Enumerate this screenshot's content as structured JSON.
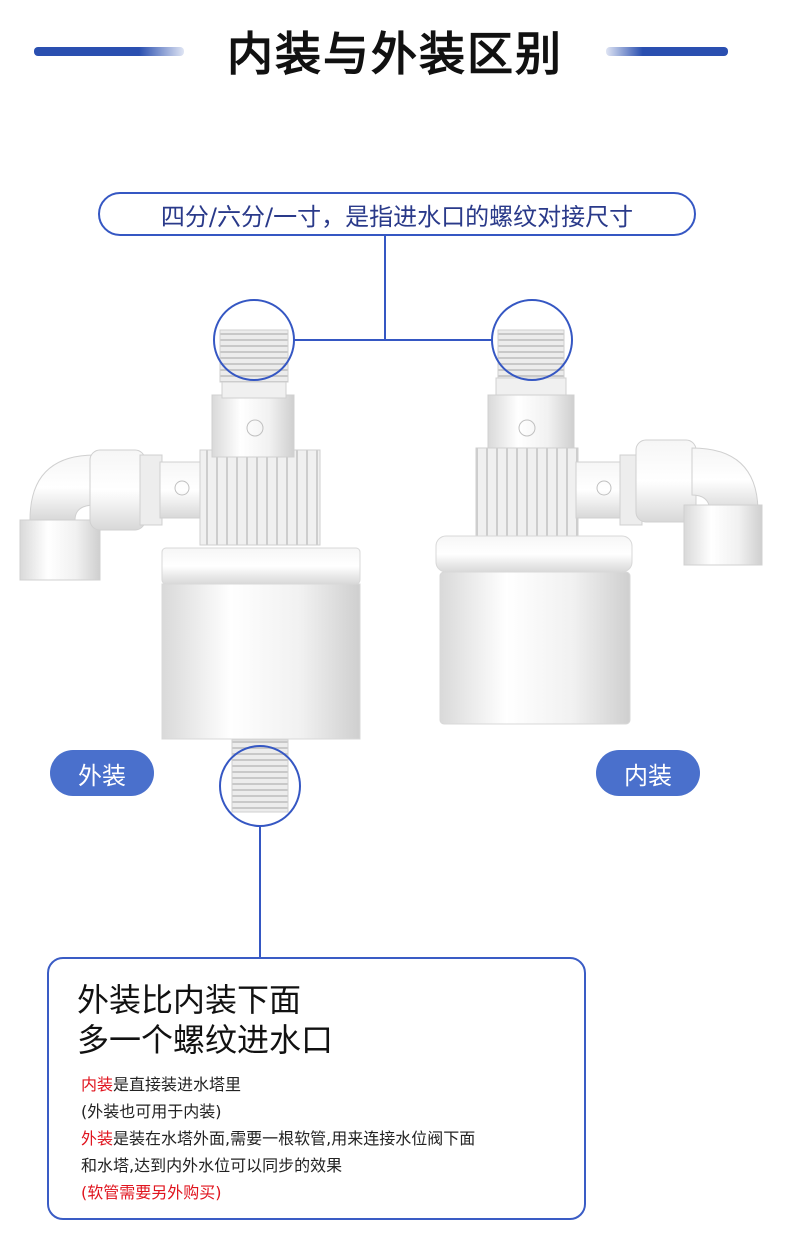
{
  "header": {
    "title": "内装与外装区别"
  },
  "pill": {
    "text": "四分/六分/一寸，是指进水口的螺纹对接尺寸"
  },
  "labels": {
    "outer": "外装",
    "inner": "内装"
  },
  "info": {
    "line1": "外装比内装下面",
    "line2": "多一个螺纹进水口",
    "inner_tag": "内装",
    "inner_text": "是直接装进水塔里",
    "inner_note": "(外装也可用于内装)",
    "outer_tag": "外装",
    "outer_text": "是装在水塔外面,需要一根软管,用来连接水位阀下面",
    "outer_text2": "和水塔,达到内外水位可以同步的效果",
    "purchase_note": "(软管需要另外购买)"
  },
  "colors": {
    "accent": "#3557c3",
    "badge": "#4a70cc",
    "highlight": "#e0141e"
  }
}
